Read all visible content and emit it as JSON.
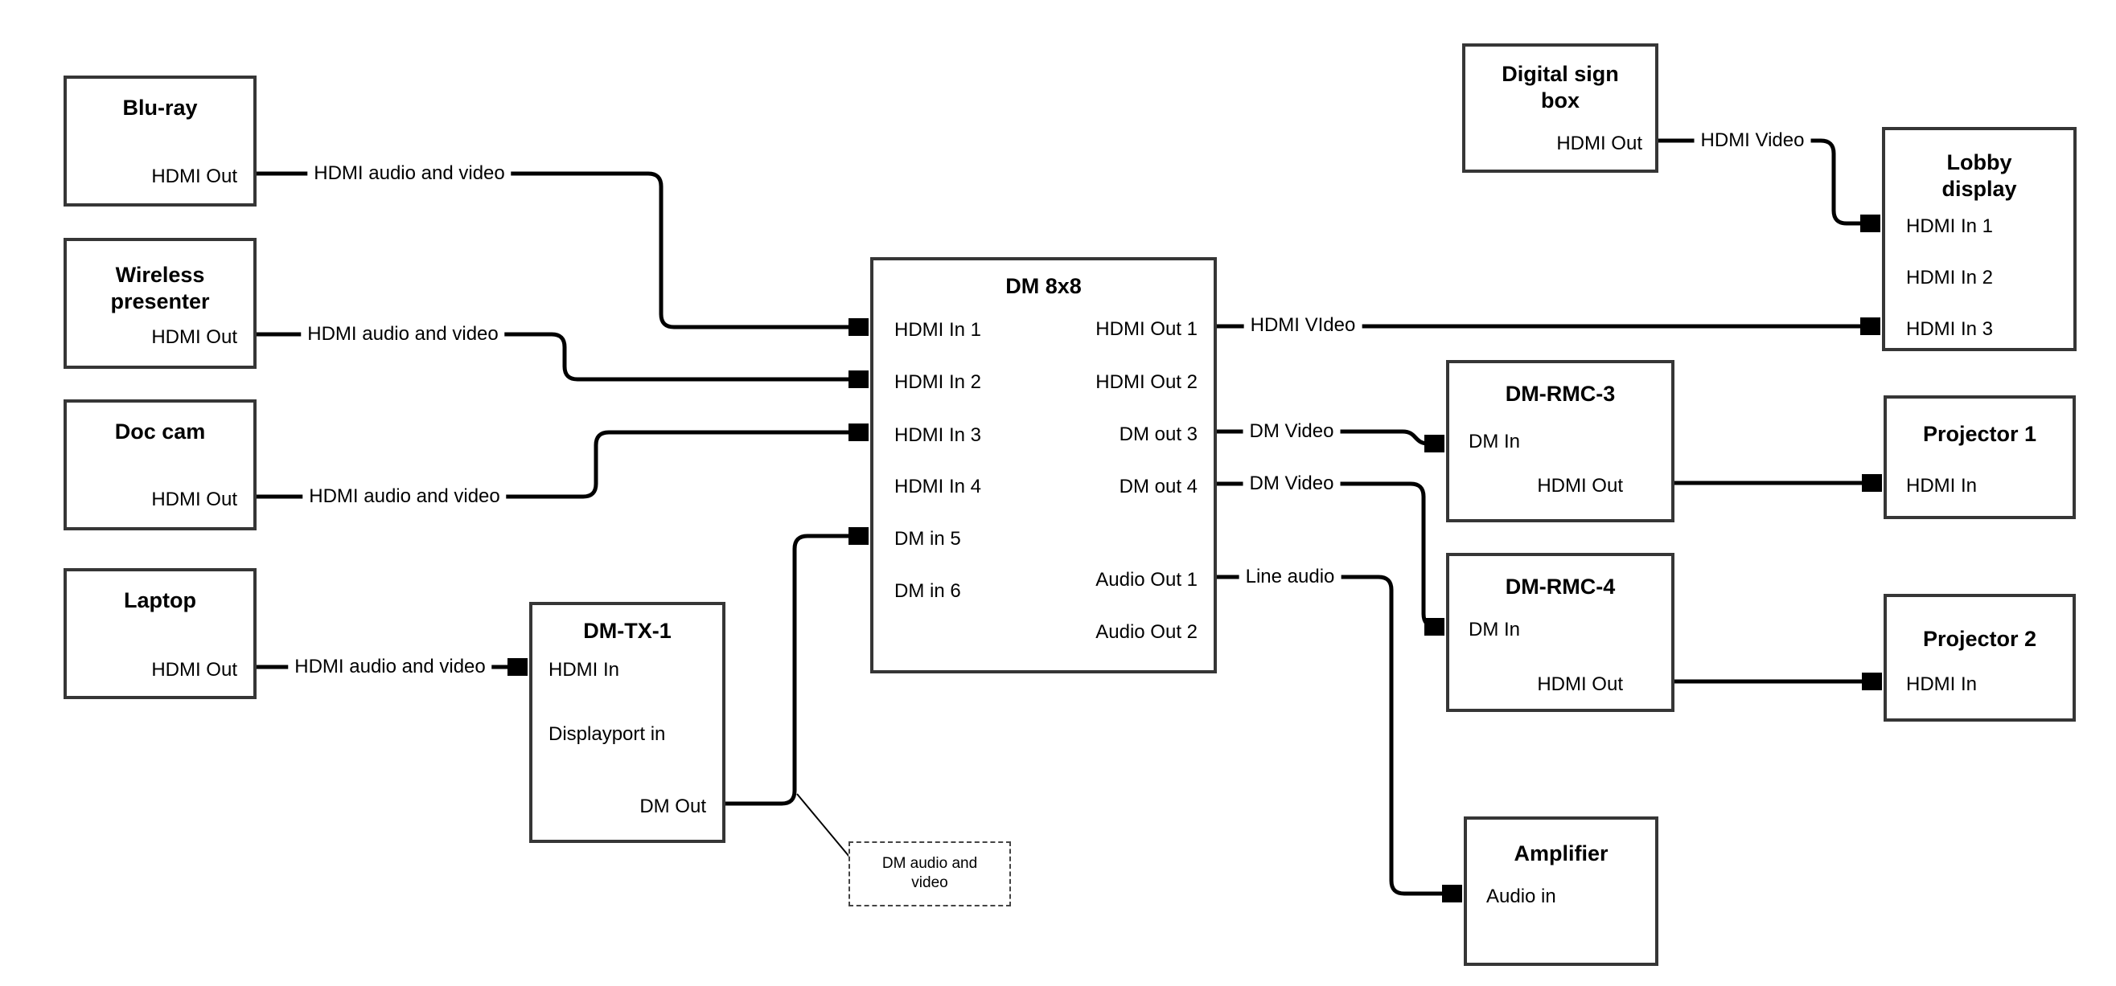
{
  "colors": {
    "background": "#ffffff",
    "box_border": "#363636",
    "wire": "#000000",
    "text": "#000000"
  },
  "nodes": {
    "bluray": {
      "title": "Blu-ray",
      "ports": {
        "hdmi_out": "HDMI Out"
      }
    },
    "wireless": {
      "title": "Wireless\npresenter",
      "ports": {
        "hdmi_out": "HDMI Out"
      }
    },
    "doccam": {
      "title": "Doc cam",
      "ports": {
        "hdmi_out": "HDMI Out"
      }
    },
    "laptop": {
      "title": "Laptop",
      "ports": {
        "hdmi_out": "HDMI Out"
      }
    },
    "dmtx1": {
      "title": "DM-TX-1",
      "ports": {
        "hdmi_in": "HDMI In",
        "displayport_in": "Displayport in",
        "dm_out": "DM Out"
      }
    },
    "dm8x8": {
      "title": "DM 8x8",
      "ports": {
        "hdmi_in_1": "HDMI In 1",
        "hdmi_in_2": "HDMI In 2",
        "hdmi_in_3": "HDMI In 3",
        "hdmi_in_4": "HDMI In 4",
        "dm_in_5": "DM in 5",
        "dm_in_6": "DM in 6",
        "hdmi_out_1": "HDMI Out 1",
        "hdmi_out_2": "HDMI Out 2",
        "dm_out_3": "DM out 3",
        "dm_out_4": "DM out 4",
        "audio_out_1": "Audio Out 1",
        "audio_out_2": "Audio Out 2"
      }
    },
    "digital_sign": {
      "title": "Digital sign\nbox",
      "ports": {
        "hdmi_out": "HDMI Out"
      }
    },
    "lobby": {
      "title": "Lobby\ndisplay",
      "ports": {
        "hdmi_in_1": "HDMI In 1",
        "hdmi_in_2": "HDMI In 2",
        "hdmi_in_3": "HDMI In 3"
      }
    },
    "dmrmc3": {
      "title": "DM-RMC-3",
      "ports": {
        "dm_in": "DM In",
        "hdmi_out": "HDMI Out"
      }
    },
    "projector1": {
      "title": "Projector 1",
      "ports": {
        "hdmi_in": "HDMI In"
      }
    },
    "dmrmc4": {
      "title": "DM-RMC-4",
      "ports": {
        "dm_in": "DM In",
        "hdmi_out": "HDMI Out"
      }
    },
    "projector2": {
      "title": "Projector 2",
      "ports": {
        "hdmi_in": "HDMI In"
      }
    },
    "amplifier": {
      "title": "Amplifier",
      "ports": {
        "audio_in": "Audio in"
      }
    }
  },
  "wire_labels": {
    "bluray_to_dm8x8": "HDMI audio and video",
    "wireless_to_dm8x8": "HDMI audio and video",
    "doccam_to_dm8x8": "HDMI audio and video",
    "laptop_to_dmtx1": "HDMI audio and video",
    "hdmi_out_1": "HDMI VIdeo",
    "dm_out_3": "DM Video",
    "dm_out_4": "DM Video",
    "audio_out_1": "Line audio",
    "digital_sign": "HDMI Video"
  },
  "annotation": {
    "text": "DM audio and\nvideo"
  }
}
